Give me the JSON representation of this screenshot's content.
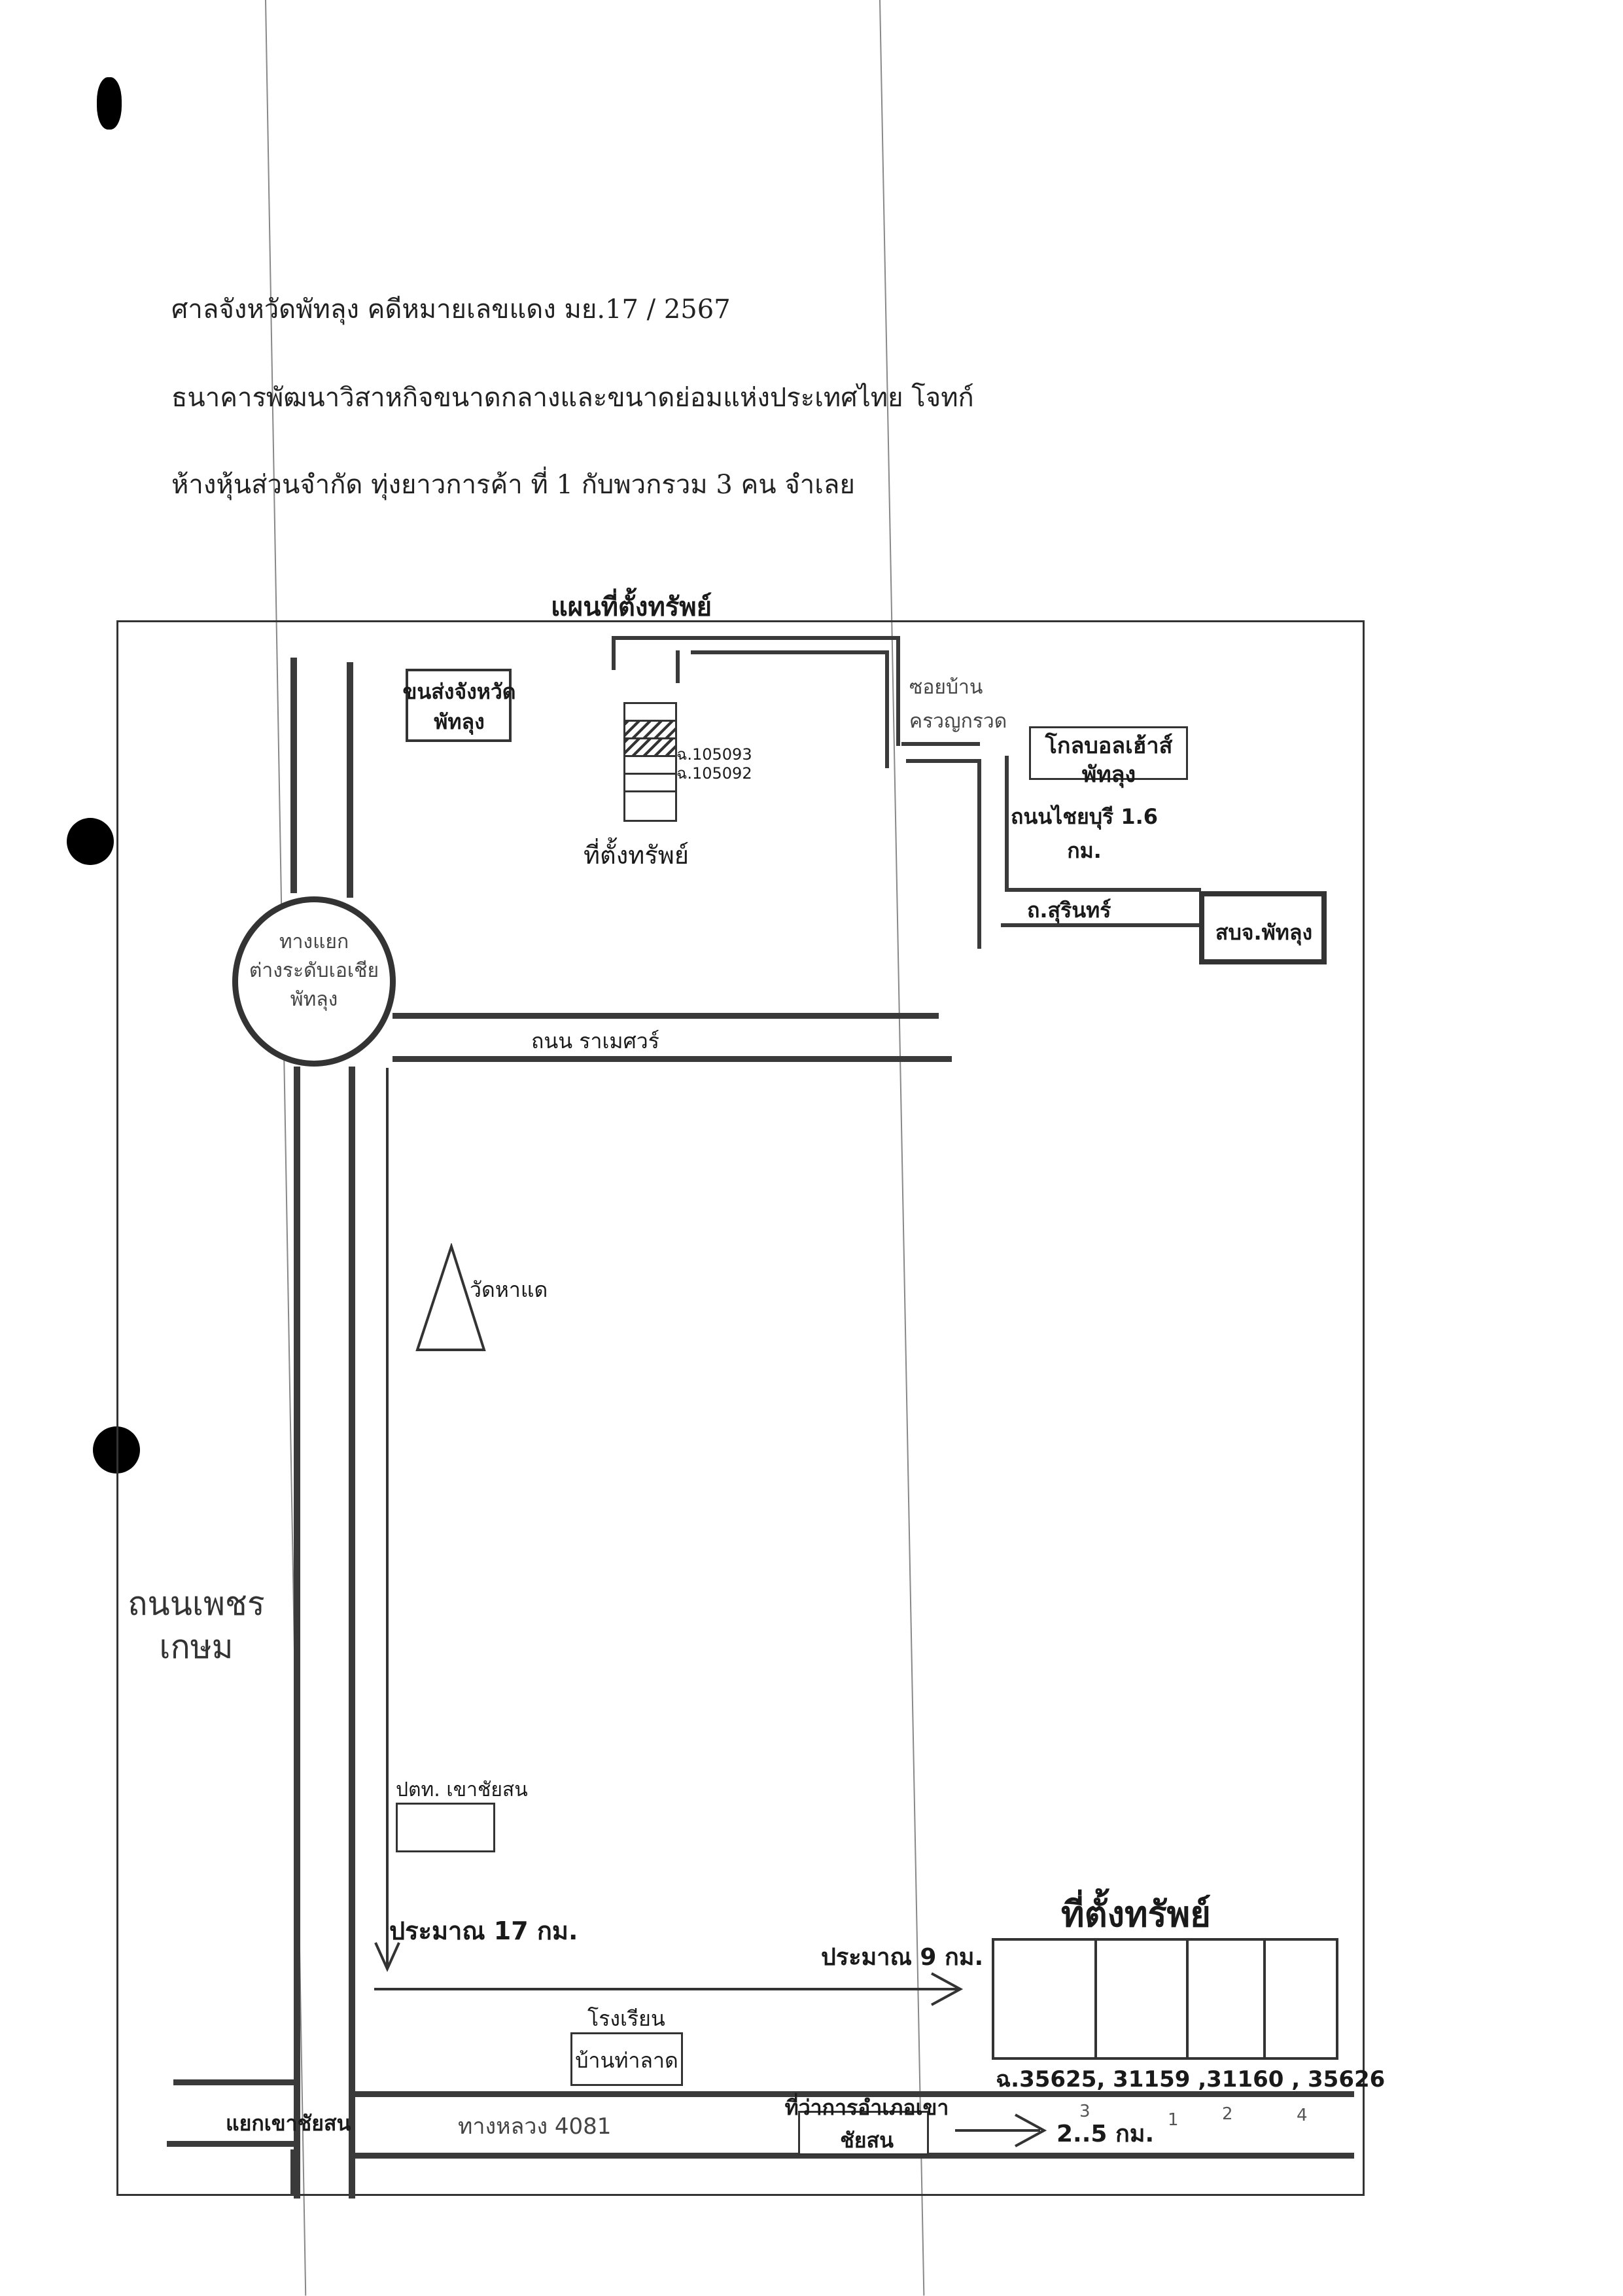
{
  "header": {
    "line1": "ศาลจังหวัดพัทลุง คดีหมายเลขแดง  มย.17 / 2567",
    "line2": "ธนาคารพัฒนาวิสาหกิจขนาดกลางและขนาดย่อมแห่งประเทศไทย โจทก์",
    "line3": "ห้างหุ้นส่วนจำกัด ทุ่งยาวการค้า ที่ 1 กับพวกรวม 3 คน จำเลย"
  },
  "map": {
    "title": "แผนที่ตั้งทรัพย์",
    "transport_office": "ขนส่งจังหวัด\nพัทลุง",
    "property_top_label": "ที่ตั้งทรัพย์",
    "parcel_a": "ฉ.105093",
    "parcel_b": "ฉ.105092",
    "soi": "ซอยบ้าน\nครวญกรวด",
    "global_house": "โกลบอลเฮ้าส์\nพัทลุง",
    "chaiyaburi": "ถนนไชยบุรี 1.6\nกม.",
    "surin": "ถ.สุรินทร์",
    "police": "สบจ.พัทลุง",
    "circle": "ทางแยก\nต่างระดับเอเชีย\nพัทลุง",
    "ramesuan": "ถนน ราเมศวร์",
    "temple": "วัดหาแด",
    "petchkasem": "ถนนเพชร\nเกษม",
    "gas_station": "ปตท. เขาชัยสน",
    "approx_17": "ประมาณ 17 กม.",
    "approx_9": "ประมาณ 9 กม.",
    "property_bottom_label": "ที่ตั้งทรัพย์",
    "parcels_bottom": "ฉ.35625, 31159 ,31160 , 35626",
    "parcel_marks": [
      "3",
      "1",
      "2",
      "4"
    ],
    "school": "โรงเรียน",
    "school_box": "บ้านท่าลาด",
    "junction": "แยกเขาชัยสน",
    "highway": "ทางหลวง  4081",
    "district_office": "ที่ว่าการอำเภอเขา\nชัยสน",
    "approx_25": "2..5 กม."
  }
}
